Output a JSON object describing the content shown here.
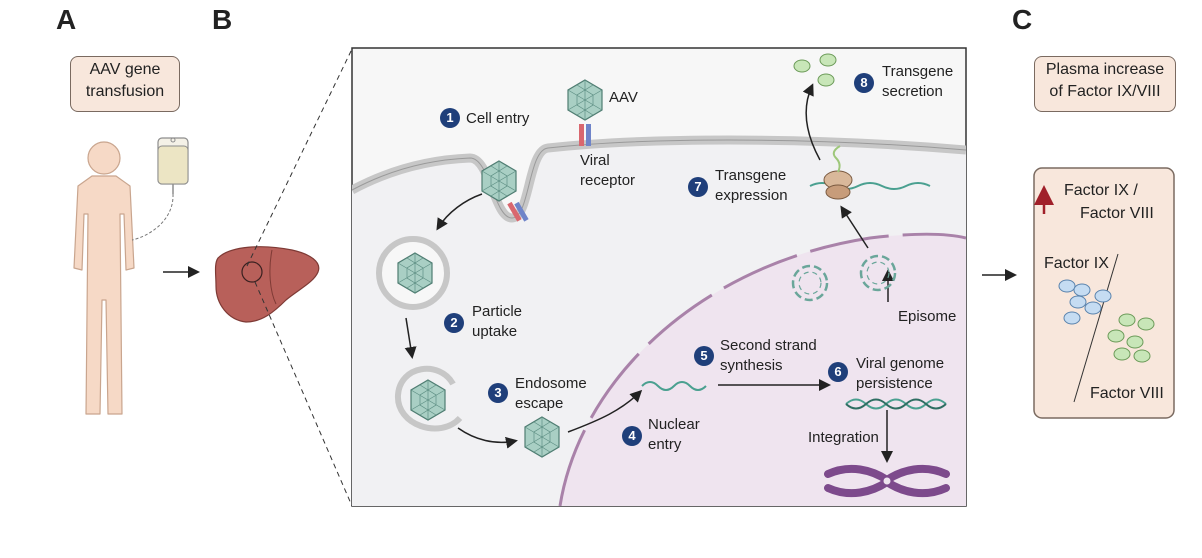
{
  "panels": {
    "a": "A",
    "b": "B",
    "c": "C"
  },
  "panel_a": {
    "label_line1": "AAV gene",
    "label_line2": "transfusion"
  },
  "panel_c": {
    "header_line1": "Plasma increase",
    "header_line2": "of Factor IX/VIII",
    "box_line1": "Factor IX /",
    "box_line2": "Factor VIII",
    "factor_ix": "Factor IX",
    "factor_viii": "Factor VIII",
    "colors": {
      "factor_ix": "#c5dcf2",
      "factor_viii": "#c8e6b8",
      "arrow": "#a0202a"
    }
  },
  "labels": {
    "aav": "AAV",
    "viral_receptor_1": "Viral",
    "viral_receptor_2": "receptor",
    "episome": "Episome",
    "integration": "Integration"
  },
  "steps": [
    {
      "num": "1",
      "line1": "Cell entry",
      "line2": ""
    },
    {
      "num": "2",
      "line1": "Particle",
      "line2": "uptake"
    },
    {
      "num": "3",
      "line1": "Endosome",
      "line2": "escape"
    },
    {
      "num": "4",
      "line1": "Nuclear",
      "line2": "entry"
    },
    {
      "num": "5",
      "line1": "Second strand",
      "line2": "synthesis"
    },
    {
      "num": "6",
      "line1": "Viral genome",
      "line2": "persistence"
    },
    {
      "num": "7",
      "line1": "Transgene",
      "line2": "expression"
    },
    {
      "num": "8",
      "line1": "Transgene",
      "line2": "secretion"
    }
  ],
  "colors": {
    "step_badge": "#1f3f7a",
    "capsid": "#a9cfc4",
    "nucleus": "#efe4ef",
    "membrane": "#c7c7c7",
    "liver": "#b8605a"
  }
}
